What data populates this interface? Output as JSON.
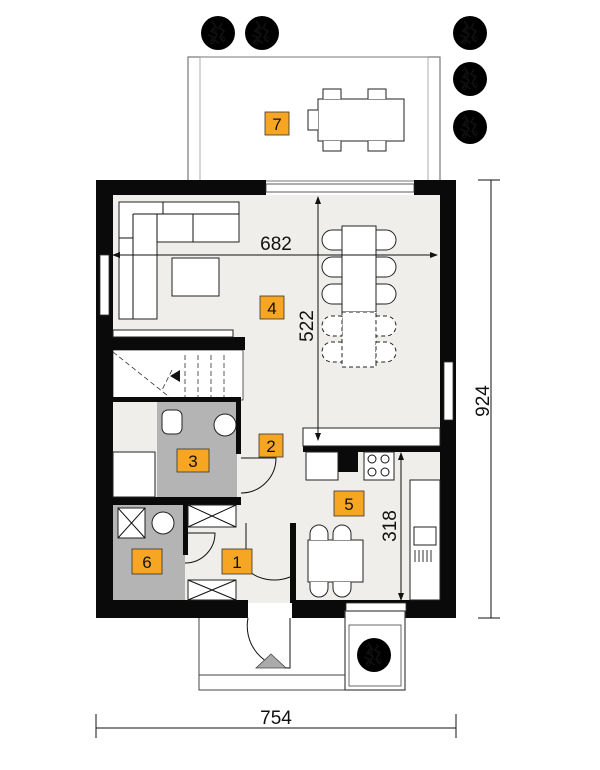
{
  "plan": {
    "rooms": [
      {
        "number": "1"
      },
      {
        "number": "2"
      },
      {
        "number": "3"
      },
      {
        "number": "4"
      },
      {
        "number": "5"
      },
      {
        "number": "6"
      },
      {
        "number": "7"
      }
    ],
    "dimensions": {
      "living_width": "682",
      "living_depth": "522",
      "total_depth": "924",
      "kitchen_depth": "318",
      "total_width": "754"
    },
    "colors": {
      "badge": "#f6a623",
      "wall": "#0a0a0a",
      "floor": "#efeeea",
      "wet_room": "#b4b4b4",
      "tree": "#2e9a3d"
    }
  }
}
